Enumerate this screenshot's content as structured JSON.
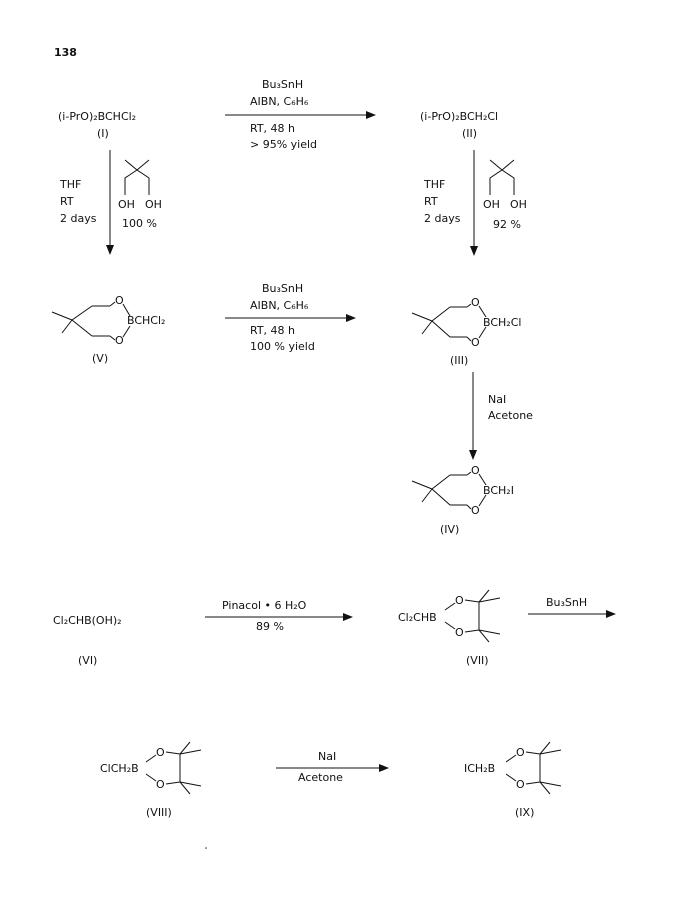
{
  "page": {
    "number": "138"
  },
  "structures": {
    "I": {
      "formula": "(i-PrO)₂BCHCl₂",
      "label": "(I)"
    },
    "II": {
      "formula": "(i-PrO)₂BCH₂Cl",
      "label": "(II)"
    },
    "V": {
      "ring_o_top": "O",
      "ring_o_bottom": "O",
      "substituent": "BCHCl₂",
      "label": "(V)"
    },
    "III": {
      "ring_o_top": "O",
      "ring_o_bottom": "O",
      "substituent": "BCH₂Cl",
      "label": "(III)"
    },
    "IV": {
      "ring_o_top": "O",
      "ring_o_bottom": "O",
      "substituent": "BCH₂I",
      "label": "(IV)"
    },
    "VI": {
      "formula": "Cl₂CHB(OH)₂",
      "label": "(VI)"
    },
    "VII": {
      "prefix": "Cl₂CHB",
      "ring_o_top": "O",
      "ring_o_bottom": "O",
      "label": "(VII)"
    },
    "VIII": {
      "prefix": "ClCH₂B",
      "ring_o_top": "O",
      "ring_o_bottom": "O",
      "label": "(VIII)"
    },
    "IX": {
      "prefix": "ICH₂B",
      "ring_o_top": "O",
      "ring_o_bottom": "O",
      "label": "(IX)"
    }
  },
  "reagents": {
    "I_to_II": {
      "above": [
        "Bu₃SnH",
        "AIBN, C₆H₆"
      ],
      "below": [
        "RT,  48 h",
        "> 95% yield"
      ]
    },
    "I_to_V": {
      "conditions": [
        "THF",
        "RT",
        "2 days"
      ],
      "yield": "100  %",
      "diol_oh_left": "OH",
      "diol_oh_right": "OH"
    },
    "II_to_III": {
      "conditions": [
        "THF",
        "RT",
        "2 days"
      ],
      "yield": "92 %",
      "diol_oh_left": "OH",
      "diol_oh_right": "OH"
    },
    "V_to_III": {
      "above": [
        "Bu₃SnH",
        "AIBN,  C₆H₆"
      ],
      "below": [
        "RT,  48 h",
        "100 % yield"
      ]
    },
    "III_to_IV": {
      "conditions": [
        "NaI",
        "Acetone"
      ]
    },
    "VI_to_VII": {
      "above": "Pinacol • 6 H₂O",
      "below": "89 %"
    },
    "VII_to_VIII": {
      "above": "Bu₃SnH"
    },
    "VIII_to_IX": {
      "above": "NaI",
      "below": "Acetone"
    }
  }
}
